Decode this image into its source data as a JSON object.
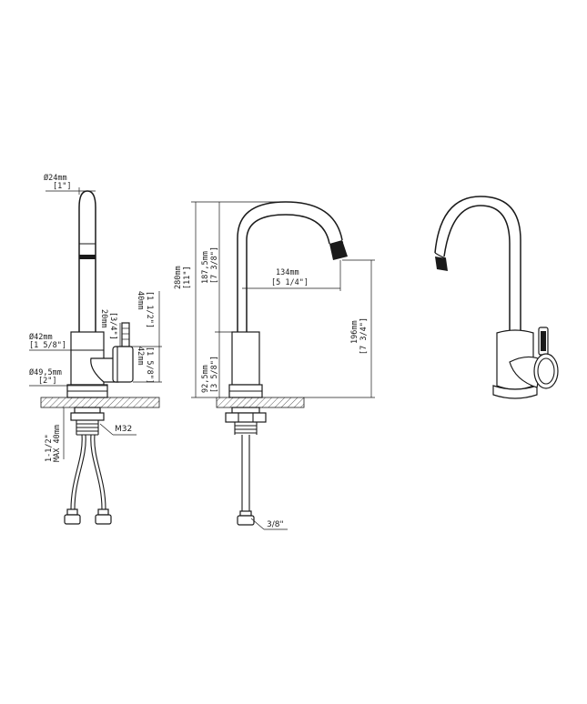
{
  "labels": {
    "d24": "Ø24mm",
    "d24_in": "[1\"]",
    "d42": "Ø42mm",
    "d42_in": "[1 5/8\"]",
    "d49": "Ø49,5mm",
    "d49_in": "[2\"]",
    "h20": "20mm",
    "h20_in": "[3/4\"]",
    "h40": "40mm",
    "h40_in": "[1 1/2\"]",
    "h42": "42mm",
    "h42_in": "[1 5/8\"]",
    "m32": "M32",
    "max40": "MAX 40mm",
    "max40_in": "1-1/2\"",
    "h280": "280mm",
    "h280_in": "[11\"]",
    "h187": "187,5mm",
    "h187_in": "[7 3/8\"]",
    "h92": "92,5mm",
    "h92_in": "[3 5/8\"]",
    "r134": "134mm",
    "r134_in": "[5 1/4\"]",
    "h196": "196mm",
    "h196_in": "[7 3/4\"]",
    "hose": "3/8\""
  }
}
